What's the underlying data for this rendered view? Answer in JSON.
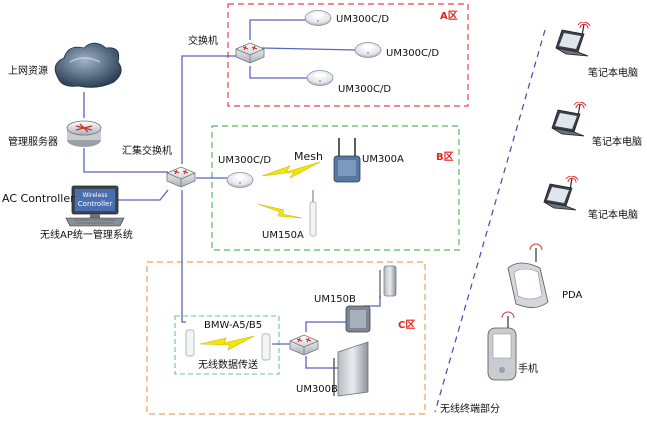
{
  "colors": {
    "zone_a_border": "#e8434a",
    "zone_b_border": "#5cb85c",
    "zone_c_border": "#f0a050",
    "bridge_border": "#6fbfa0",
    "wire": "#5b62c2",
    "divider": "#3a4fb0",
    "zone_label": "#e2261e",
    "bolt": "#f5e600"
  },
  "icons": {
    "cloud": "cloud-icon",
    "router": "router-icon",
    "switch": "switch-icon",
    "ap": "ceiling-ap-icon",
    "laptop": "laptop-icon",
    "pda": "pda-icon",
    "phone": "phone-icon",
    "wireless": "lightning-icon"
  },
  "left": {
    "internet": "上网资源",
    "mgmt_server": "管理服务器",
    "ac_controller": "AC Controller",
    "ac_screen_top": "Wireless",
    "ac_screen_bottom": "Controller",
    "mgmt_system": "无线AP统一管理系统",
    "core_switch": "汇集交换机",
    "switch": "交换机"
  },
  "zone_a": {
    "tag": "A区",
    "ap1": "UM300C/D",
    "ap2": "UM300C/D",
    "ap3": "UM300C/D"
  },
  "zone_b": {
    "tag": "B区",
    "ap_ceiling": "UM300C/D",
    "mesh": "Mesh",
    "ap_outdoor": "UM300A",
    "ap_stick": "UM150A"
  },
  "zone_c": {
    "tag": "C区",
    "bridge_model": "BMW-A5/B5",
    "bridge_desc": "无线数据传送",
    "ap_top": "UM150B",
    "ap_bottom": "UM300B"
  },
  "terminals": {
    "laptop1": "笔记本电脑",
    "laptop2": "笔记本电脑",
    "laptop3": "笔记本电脑",
    "pda": "PDA",
    "phone": "手机",
    "section": "无线终端部分"
  }
}
